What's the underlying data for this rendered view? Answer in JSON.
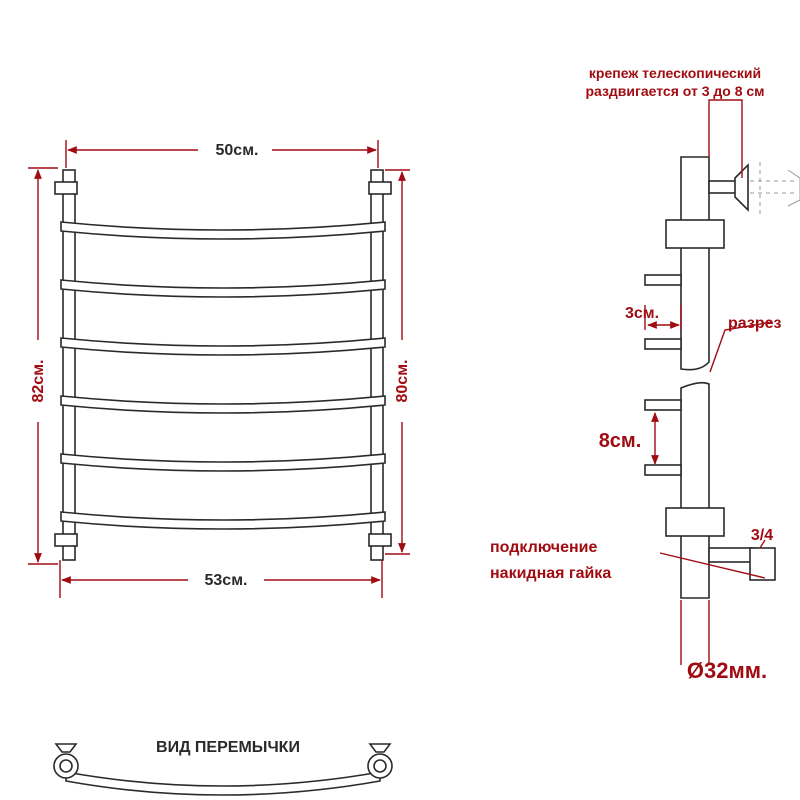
{
  "labels": {
    "width_top": "50см.",
    "width_bottom": "53см.",
    "height_left": "82см.",
    "height_right": "80см.",
    "mount_line1": "крепеж телескопический",
    "mount_line2": "раздвигается от 3 до 8 см",
    "offset_3": "3см.",
    "cut": "разрез",
    "offset_8": "8см.",
    "connection_line1": "подключение",
    "connection_line2": "накидная гайка",
    "thread": "3/4",
    "diameter": "Ø32мм.",
    "jumper_view": "ВИД ПЕРЕМЫЧКИ"
  },
  "colors": {
    "dimension": "#a00c12",
    "outline": "#2a2a2a",
    "background": "#ffffff"
  }
}
